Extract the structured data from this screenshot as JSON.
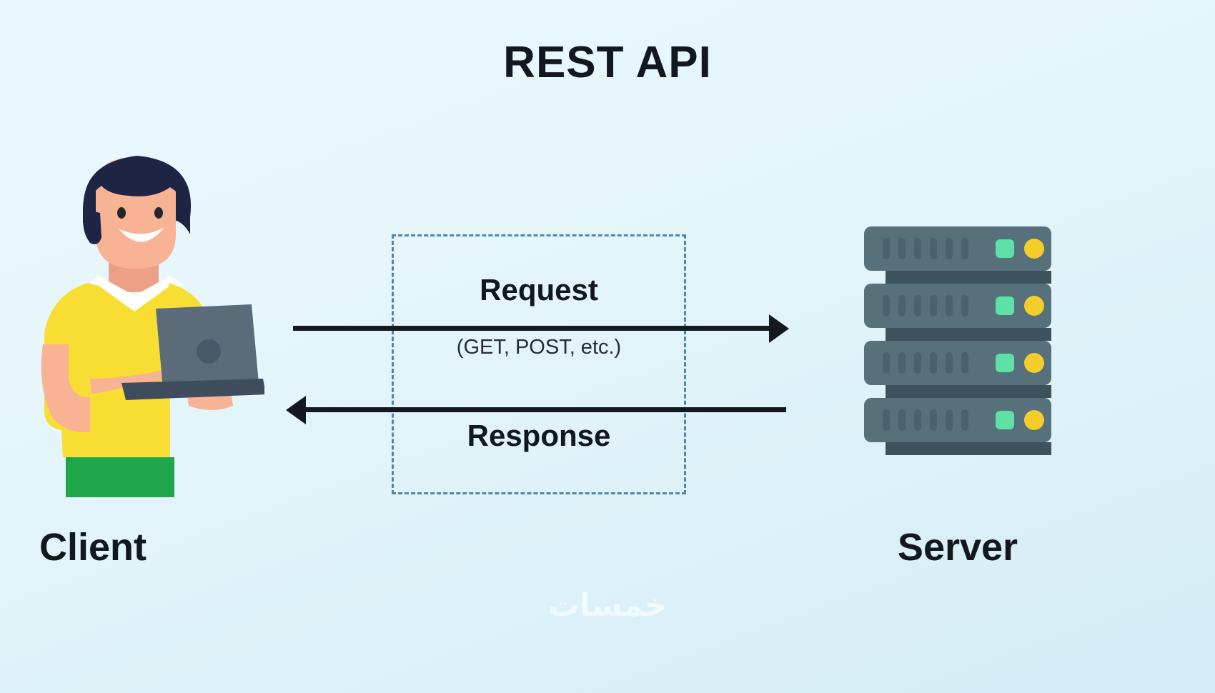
{
  "diagram": {
    "title": "REST API",
    "background_color": "#e6f6fb",
    "text_color": "#13171e"
  },
  "client": {
    "label": "Client",
    "icon": "person-with-laptop-icon",
    "colors": {
      "hair": "#1e2444",
      "skin": "#f8b294",
      "shirt": "#f8dd33",
      "pants": "#1fa64a",
      "laptop": "#5c6b7a",
      "collar": "#ffffff"
    }
  },
  "server": {
    "label": "Server",
    "icon": "server-rack-icon",
    "unit_count": 4,
    "vent_slots_per_unit": 6,
    "colors": {
      "body": "#56707c",
      "body_dark": "#3c525c",
      "vent": "#49626e",
      "led_green": "#5fe0a6",
      "led_yellow": "#f5cd2a"
    }
  },
  "api_box": {
    "border_style": "dashed",
    "border_color": "#4f86ad"
  },
  "flows": [
    {
      "id": "request",
      "label": "Request",
      "sublabel": "(GET, POST, etc.)",
      "direction": "client-to-server",
      "arrow_color": "#14181f"
    },
    {
      "id": "response",
      "label": "Response",
      "sublabel": "",
      "direction": "server-to-client",
      "arrow_color": "#14181f"
    }
  ],
  "watermark": {
    "text": "خمسات"
  }
}
